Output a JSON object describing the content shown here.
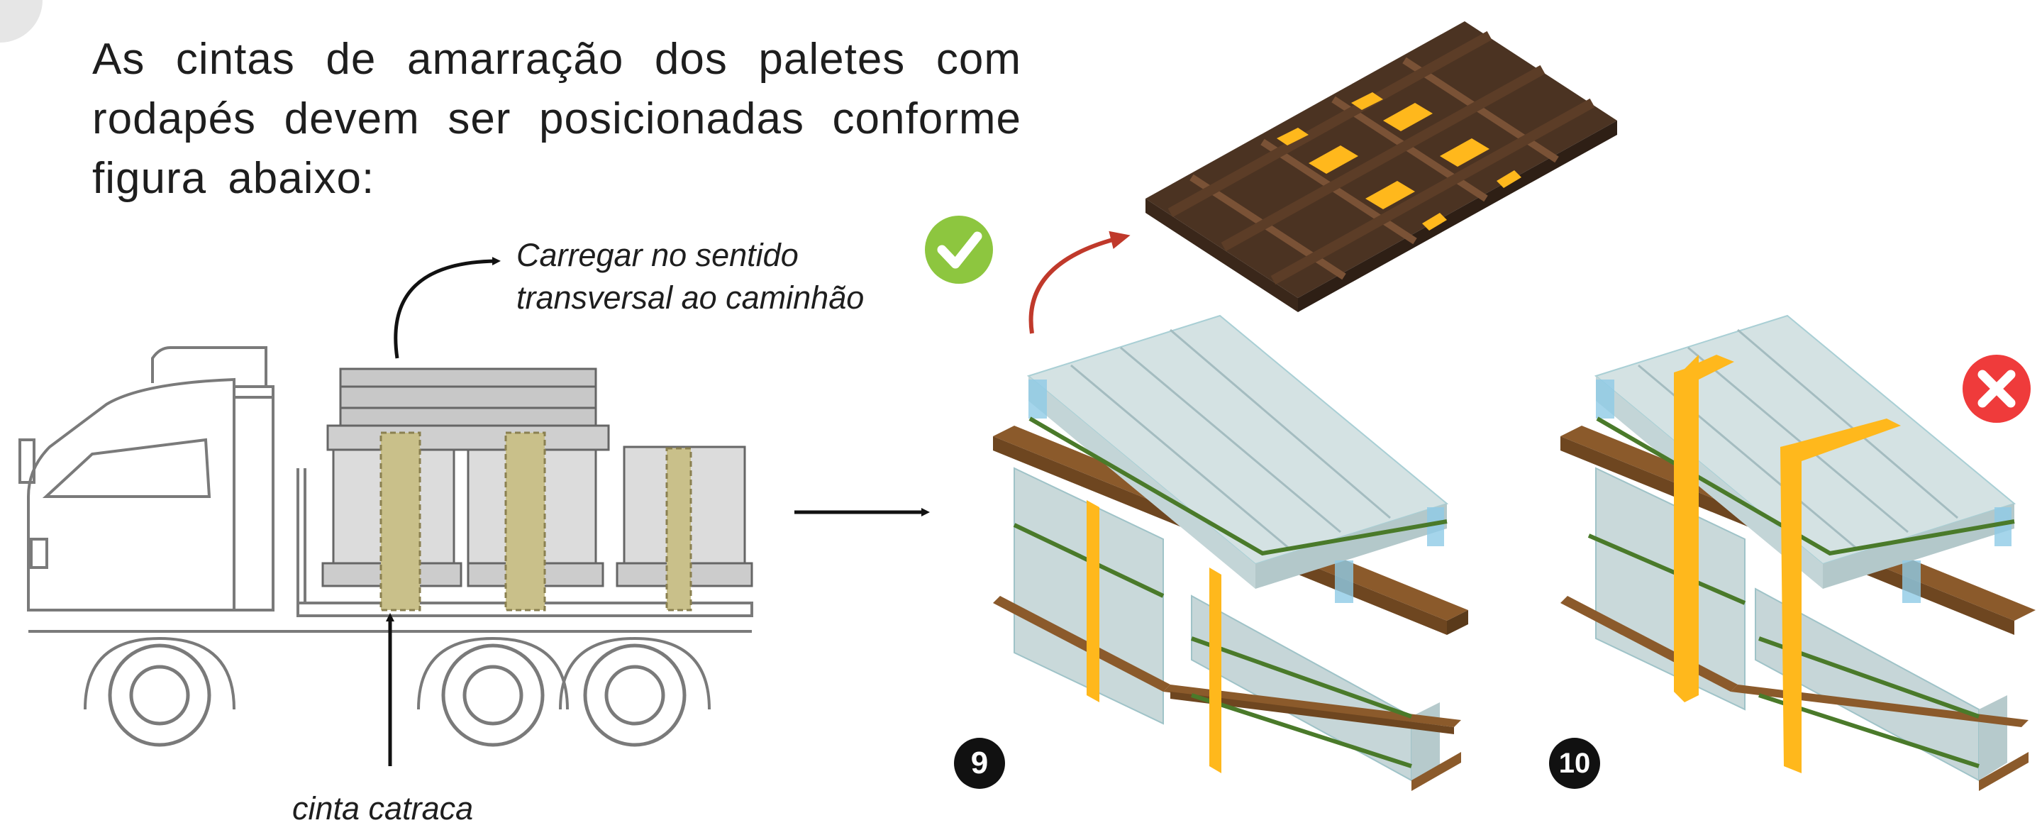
{
  "intro_text": "As cintas de amarração dos paletes com rodapés devem ser posicionadas conforme figura abaixo:",
  "label_load_direction_line1": "Carregar no sentido",
  "label_load_direction_line2": "transversal ao caminhão",
  "label_strap": "cinta catraca",
  "badge_correct": "9",
  "badge_incorrect": "10",
  "colors": {
    "strap_yellow": "#ffb81c",
    "strap_green": "#4a7a2a",
    "wood": "#8b5a2b",
    "dark_wood": "#4b3322",
    "correct_green": "#8dc63f",
    "incorrect_red": "#ef3b3b",
    "arrow_red": "#c0392b",
    "ratchet_strap_fill": "#c9c08a"
  }
}
